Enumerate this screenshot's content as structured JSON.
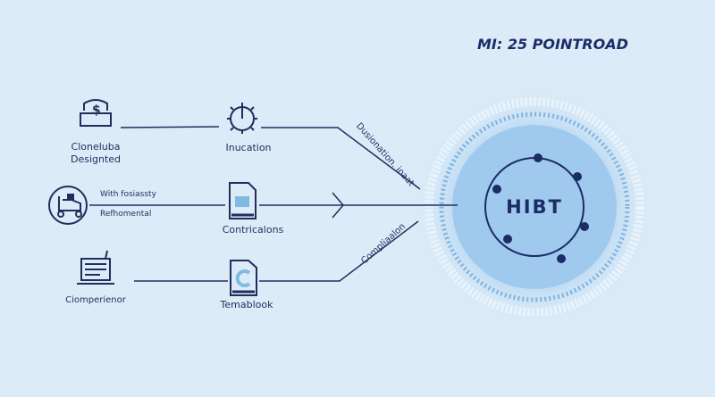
{
  "title": "MI: 25 POINTROAD",
  "hub": {
    "label": "HIBT"
  },
  "rows": [
    {
      "left_label": [
        "Cloneluba",
        "Designted"
      ],
      "mid_label": "Inucation",
      "icon_left": "money-bag-icon",
      "icon_mid": "compass-icon"
    },
    {
      "left_label": [
        "With fosiassty",
        "Refhomental"
      ],
      "mid_label": "Contricalons",
      "icon_left": "vehicle-icon",
      "icon_mid": "document-icon"
    },
    {
      "left_label": [
        "Ciomperienor"
      ],
      "mid_label": "Temablook",
      "icon_left": "monitor-icon",
      "icon_mid": "document-icon"
    }
  ],
  "connectors": {
    "upper": "Dusionation. ioaat",
    "lower": "Compliaalon"
  },
  "colors": {
    "background": "#dcebf7",
    "ink": "#1e2f5e",
    "hub_fill": "#9fcaee",
    "halo": "#c4def3"
  }
}
